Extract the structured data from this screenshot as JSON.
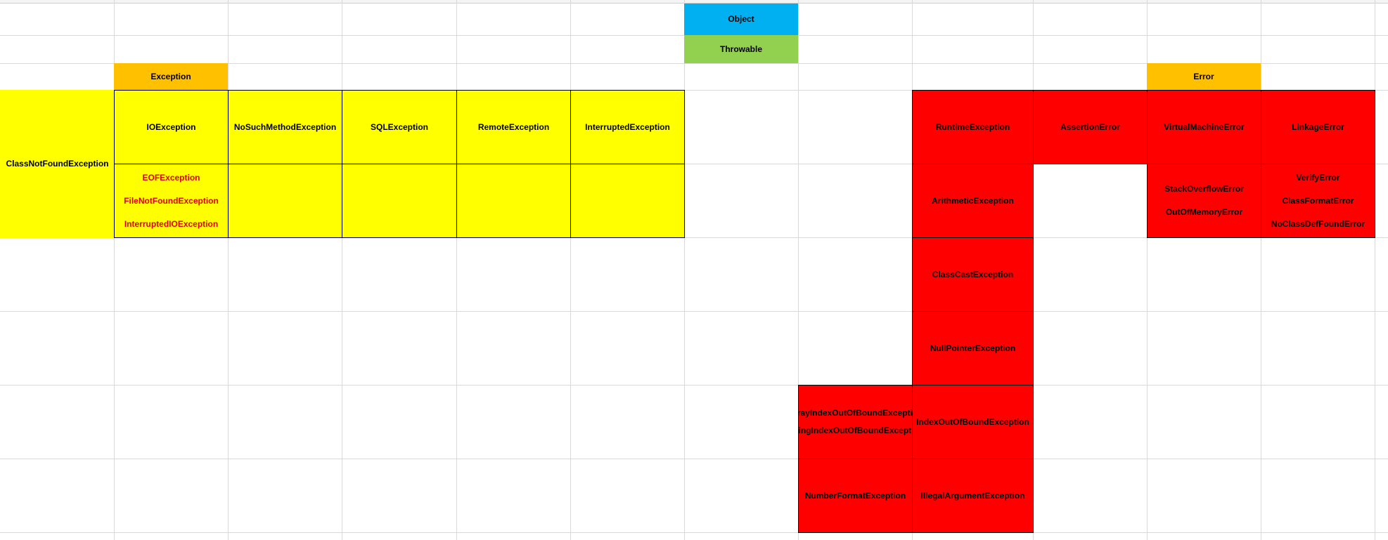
{
  "colors": {
    "object": "#00b0f0",
    "throwable": "#92d050",
    "category": "#ffc000",
    "checked": "#ffff00",
    "unchecked": "#ff0000",
    "subclass_text_checked": "#e00000"
  },
  "root": {
    "object": "Object",
    "throwable": "Throwable"
  },
  "categories": {
    "exception": "Exception",
    "error": "Error"
  },
  "checked_exceptions": {
    "class_not_found": "ClassNotFoundException",
    "io": "IOException",
    "no_such_method": "NoSuchMethodException",
    "sql": "SQLException",
    "remote": "RemoteException",
    "interrupted": "InterruptedException"
  },
  "io_subclasses": [
    "EOFException",
    "FileNotFoundException",
    "InterruptedIOException"
  ],
  "runtime": {
    "runtime": "RuntimeException",
    "arithmetic": "ArithmeticException",
    "class_cast": "ClassCastException",
    "null_pointer": "NullPointerException",
    "index_out_of_bound": "IndexOutOfBoundException",
    "illegal_argument": "IllegalArgumentException",
    "index_subclasses": [
      "(ArrayIndexOutOfBoundException)",
      "StringIndexOutOfBoundException"
    ],
    "number_format": "NumberFormatException"
  },
  "errors": {
    "assertion": "AssertionError",
    "virtual_machine": "VirtualMachineError",
    "linkage": "LinkageError",
    "vm_subclasses": [
      "StackOverflowError",
      "OutOfMemoryError"
    ],
    "linkage_subclasses": [
      "VerifyError",
      "ClassFormatError",
      "NoClassDefFoundError"
    ]
  }
}
